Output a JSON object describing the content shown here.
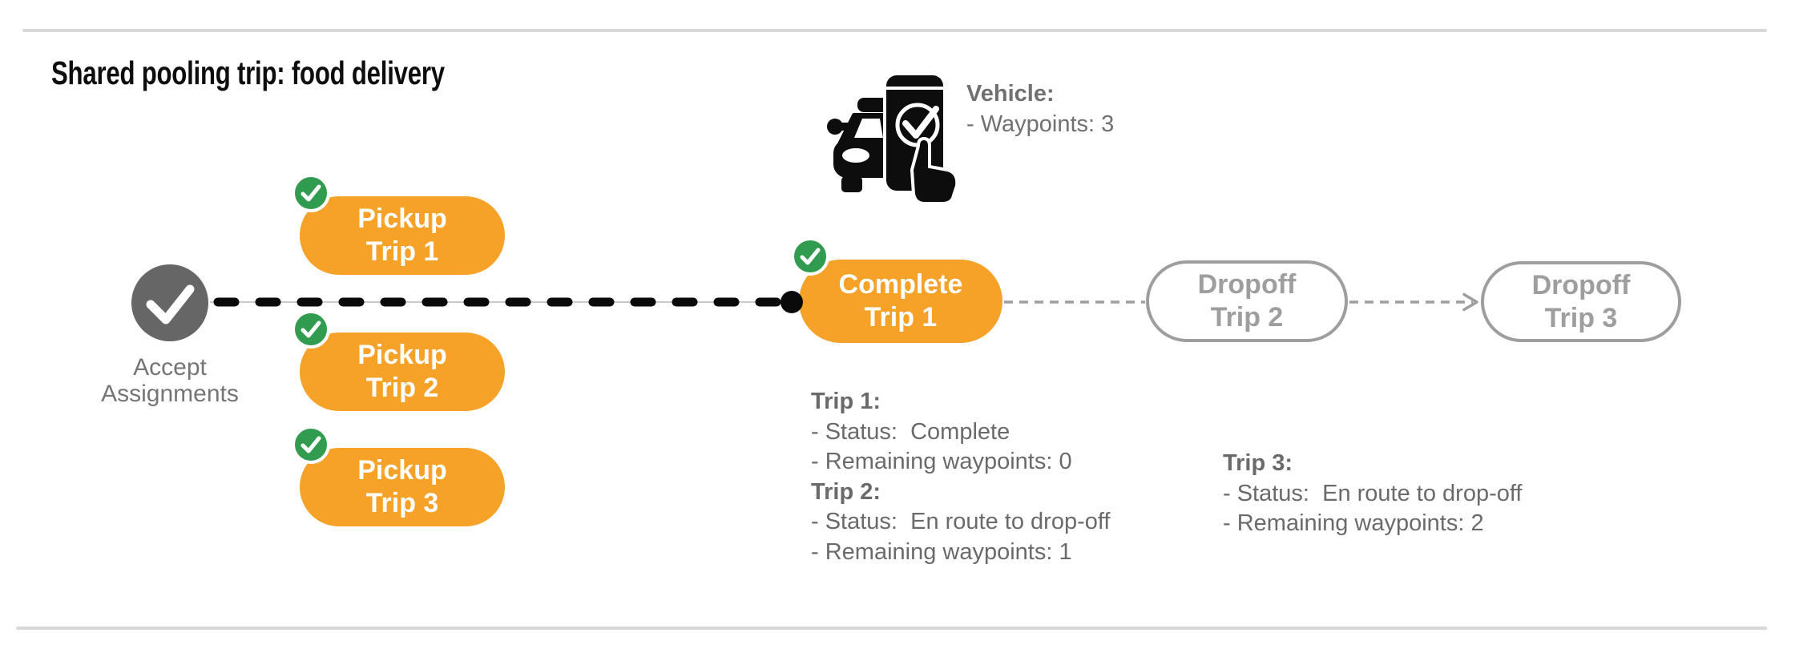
{
  "page": {
    "title": "Shared pooling trip: food delivery"
  },
  "vehicle_panel": {
    "icon": "car-phone-check-icon",
    "heading": "Vehicle:",
    "waypoints_line": "- Waypoints: 3"
  },
  "flow": {
    "start_node": {
      "icon": "checkmark-icon",
      "label_line1": "Accept",
      "label_line2": "Assignments"
    },
    "pickup_nodes": [
      {
        "line1": "Pickup",
        "line2": "Trip 1",
        "badge": "check-badge"
      },
      {
        "line1": "Pickup",
        "line2": "Trip 2",
        "badge": "check-badge"
      },
      {
        "line1": "Pickup",
        "line2": "Trip 3",
        "badge": "check-badge"
      }
    ],
    "complete_node": {
      "line1": "Complete",
      "line2": "Trip 1",
      "badge": "check-badge"
    },
    "dropoff_nodes": [
      {
        "line1": "Dropoff",
        "line2": "Trip 2"
      },
      {
        "line1": "Dropoff",
        "line2": "Trip 3"
      }
    ]
  },
  "trip_status": [
    {
      "heading": "Trip 1:",
      "status_line": "- Status:  Complete",
      "waypoints_line": "- Remaining waypoints: 0"
    },
    {
      "heading": "Trip 2:",
      "status_line": "- Status:  En route to drop-off",
      "waypoints_line": "- Remaining waypoints: 1"
    },
    {
      "heading": "Trip 3:",
      "status_line": "- Status:  En route to drop-off",
      "waypoints_line": "- Remaining waypoints: 2"
    }
  ],
  "colors": {
    "pill_orange": "#F6A127",
    "badge_green": "#319C4F",
    "start_node_gray": "#666666",
    "outline_gray": "#9E9E9E",
    "label_text_gray": "#757575",
    "status_text_gray": "#6A6A6A",
    "route_line_black": "#0A0A0A",
    "divider_gray": "#D8D8D8"
  }
}
